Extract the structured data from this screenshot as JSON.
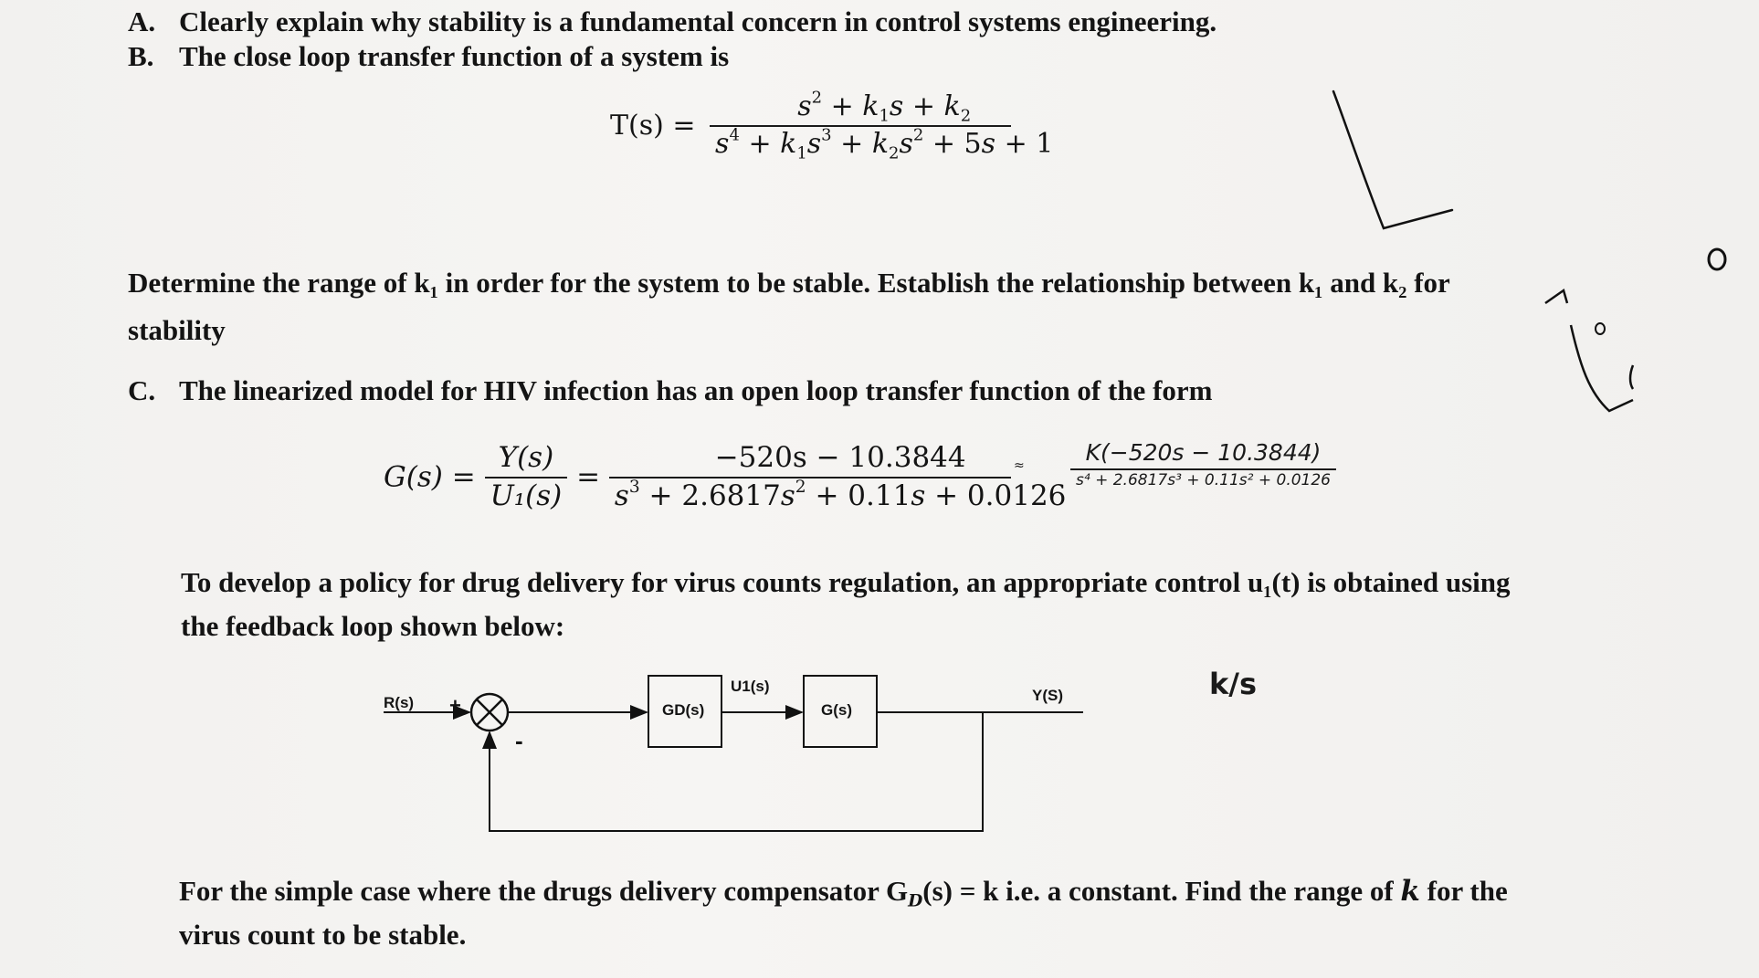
{
  "part_a": {
    "label": "A.",
    "text": "Clearly explain why stability is a fundamental concern in control systems engineering."
  },
  "part_b": {
    "label": "B.",
    "text": "The close loop transfer function of a system is",
    "tf_lhs": "T(s) =",
    "question": "Determine the range of k₁ in order for the system to be stable. Establish the relationship between k₁ and k₂ for",
    "question_cont": "stability"
  },
  "part_c": {
    "label": "C.",
    "text": "The linearized model for HIV infection has an open loop transfer function of the form",
    "gs_lhs": "G(s) =",
    "gs_mid_num": "Y(s)",
    "gs_mid_den": "U₁(s)",
    "gs_num": "−520s − 10.3844",
    "para_1": "To develop a policy for drug delivery for virus counts regulation, an appropriate control u₁(t) is obtained using",
    "para_1_cont": "the feedback loop shown below:",
    "para_2": "For the simple case where the drugs delivery compensator G",
    "para_2_b": "(s) = k  i.e. a constant. Find the range of",
    "para_2_c": "for the",
    "para_2_cont": "virus count to be stable."
  },
  "diagram": {
    "input_label": "R(s)",
    "plus_sign": "+",
    "minus_sign": "-",
    "controller_label": "GD(s)",
    "control_signal_label": "U1(s)",
    "plant_label": "G(s)",
    "output_label": "Y(S)"
  },
  "handwriting": {
    "annotation_num": "K(−520s − 10.3844)",
    "annotation_den": "s⁴ + 2.6817s³ + 0.11s² + 0.0126",
    "annotation_side": "k/s"
  }
}
